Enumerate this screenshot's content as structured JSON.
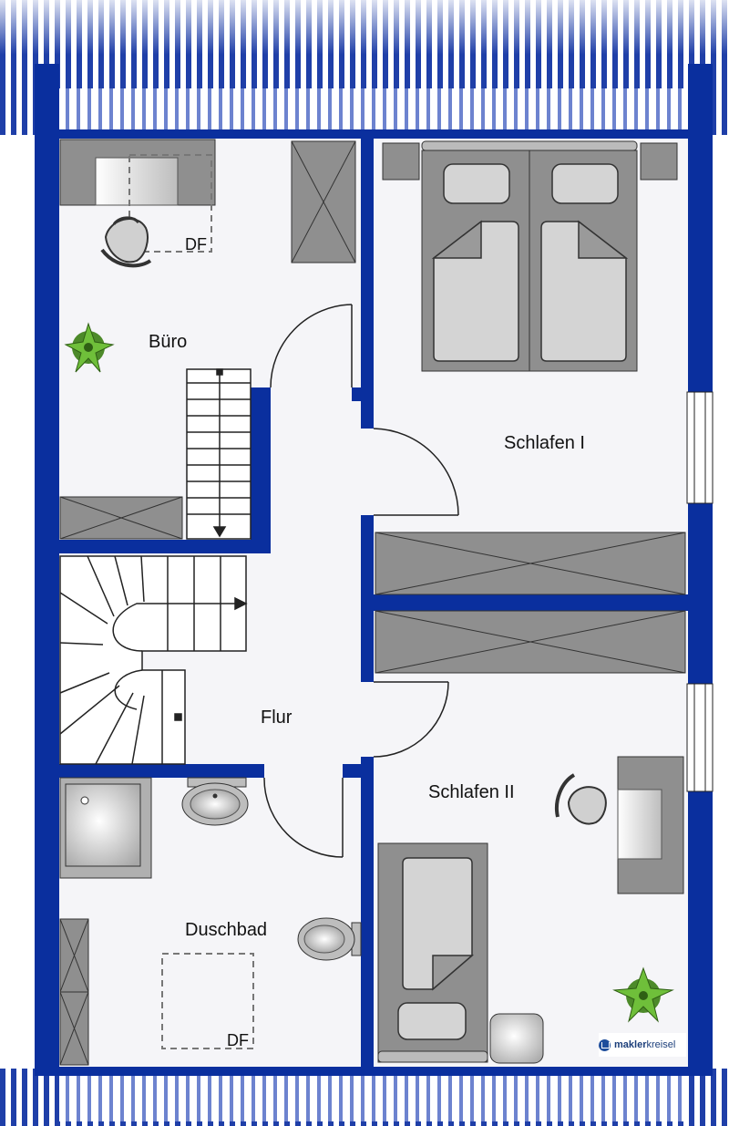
{
  "rooms": {
    "buero": "Büro",
    "schlafen1": "Schlafen I",
    "flur": "Flur",
    "schlafen2": "Schlafen II",
    "duschbad": "Duschbad"
  },
  "skylights": {
    "buero": "DF",
    "duschbad": "DF"
  },
  "logo": {
    "bold": "makler",
    "regular": "kreisel"
  },
  "colors": {
    "wall": "#0a2f9e",
    "floor": "#f5f5f8",
    "furniture": "#8f8f8f",
    "furniture_light": "#cfcfcf"
  }
}
